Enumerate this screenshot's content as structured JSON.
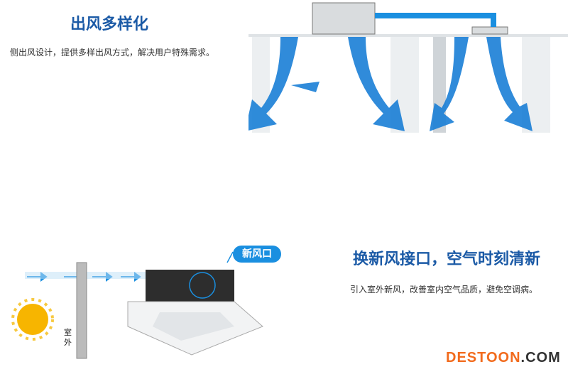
{
  "section1": {
    "title": "出风多样化",
    "description": "侧出风设计，提供多样出风方式，解决用户特殊需求。"
  },
  "section2": {
    "title": "换新风接口，空气时刻清新",
    "description": "引入室外新风，改善室内空气品质，避免空调病。",
    "callout_label": "新风口",
    "outdoor_label": "室外"
  },
  "watermark": {
    "part1": "DESTOON",
    "part2": ".COM"
  },
  "colors": {
    "title": "#1b5aa6",
    "accent": "#1a8fe0",
    "watermark": "#f26b1d"
  }
}
